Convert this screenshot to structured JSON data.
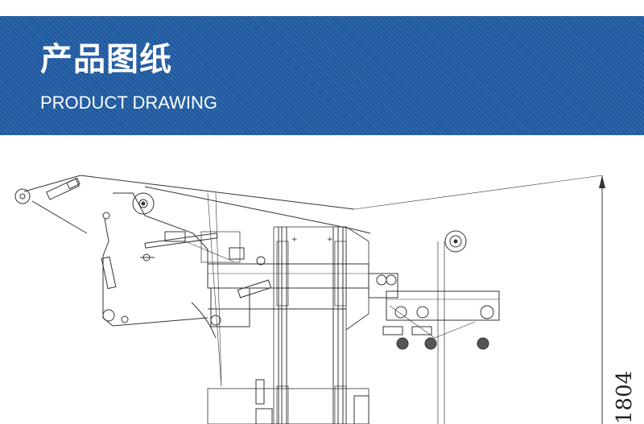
{
  "banner": {
    "title": "产品图纸",
    "subtitle": "PRODUCT DRAWING",
    "color": "#1f5aa0"
  },
  "drawing": {
    "dimension_label": "1804",
    "line_color": "#333333"
  }
}
